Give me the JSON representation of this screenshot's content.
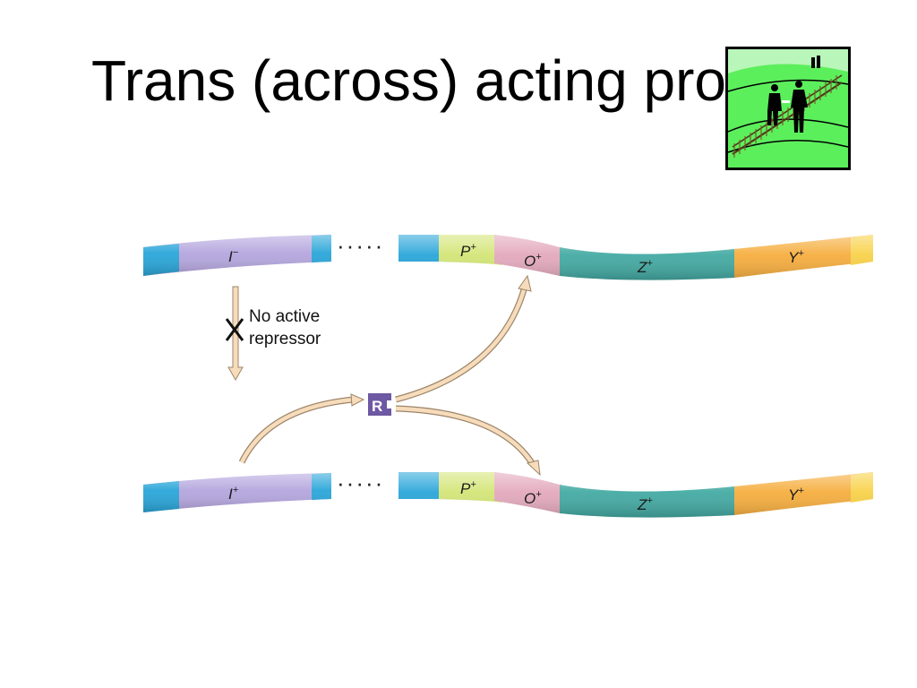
{
  "slide": {
    "title": "Trans (across)  acting pro"
  },
  "clipart": {
    "icon": "people-meeting-field-icon",
    "border_color": "#000000",
    "sky_color": "#b9f6b9",
    "grass_color": "#5cef5c"
  },
  "diagram": {
    "top_chromosome": {
      "i_gene": {
        "letter": "I",
        "sup": "−"
      },
      "p": {
        "letter": "P",
        "sup": "+"
      },
      "o": {
        "letter": "O",
        "sup": "+"
      },
      "z": {
        "letter": "Z",
        "sup": "+"
      },
      "y": {
        "letter": "Y",
        "sup": "+"
      }
    },
    "bottom_chromosome": {
      "i_gene": {
        "letter": "I",
        "sup": "+"
      },
      "p": {
        "letter": "P",
        "sup": "+"
      },
      "o": {
        "letter": "O",
        "sup": "+"
      },
      "z": {
        "letter": "Z",
        "sup": "+"
      },
      "y": {
        "letter": "Y",
        "sup": "+"
      }
    },
    "no_repressor_note": {
      "line1": "No active",
      "line2": "repressor"
    },
    "repressor_label": "R",
    "colors": {
      "cap_blue": "#2aa6d9",
      "i_purple": "#b5a6de",
      "p_green": "#d4e577",
      "o_pink": "#e3a9bc",
      "z_teal": "#44aaa3",
      "y_orange": "#f6ae3f",
      "y_end": "#f8d24a",
      "arrow_fill": "#f7dcbc",
      "arrow_stroke": "#9c8568",
      "repressor_purple": "#6d58a3"
    }
  }
}
